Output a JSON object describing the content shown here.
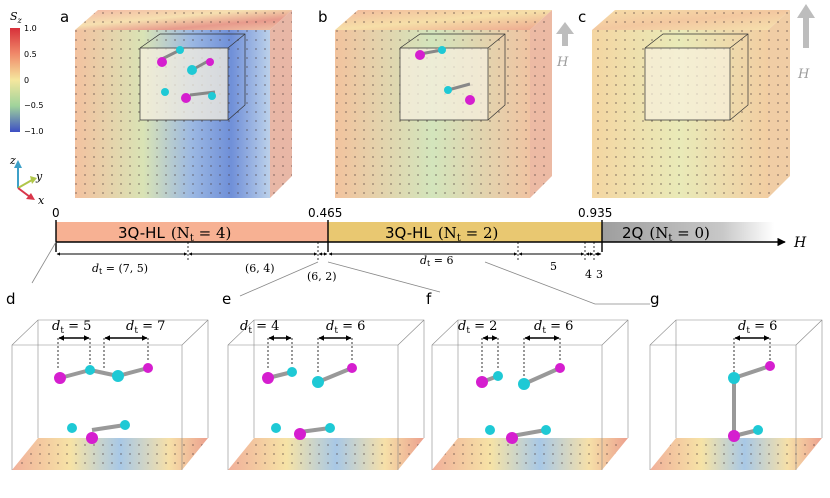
{
  "panels": {
    "a": "a",
    "b": "b",
    "c": "c",
    "d": "d",
    "e": "e",
    "f": "f",
    "g": "g"
  },
  "colorbar": {
    "title": "S",
    "title_sub": "z",
    "ticks": [
      "1.0",
      "0.5",
      "0",
      "−0.5",
      "−1.0"
    ],
    "colors": [
      "#d7303a",
      "#f08a6a",
      "#f5e79e",
      "#9fd39b",
      "#5a8fd6",
      "#3d4fc4"
    ]
  },
  "field_label": "H",
  "axes_triad": {
    "z": "z",
    "y": "y",
    "x": "x"
  },
  "phase_bar": {
    "ticks": [
      "0",
      "0.465",
      "0.935"
    ],
    "segments": [
      {
        "label": "3Q-HL",
        "nt": "(N",
        "nt_sub": "t",
        "nt_val": " = 4)",
        "color": "#f7b193"
      },
      {
        "label": "3Q-HL",
        "nt": "(N",
        "nt_sub": "t",
        "nt_val": " = 2)",
        "color": "#e9c871"
      },
      {
        "label": "2Q",
        "nt": "(N",
        "nt_sub": "t",
        "nt_val": " = 0)",
        "color": "#b5b5b5"
      }
    ],
    "axis_label": "H",
    "subranges": [
      {
        "text": "(7, 5)",
        "prefix": "d",
        "prefix_sub": "t",
        "eq": " = "
      },
      {
        "text": "(6, 4)"
      },
      {
        "text": "(6, 2)"
      },
      {
        "text": "6",
        "prefix": "d",
        "prefix_sub": "t",
        "eq": " = "
      },
      {
        "text": "5"
      },
      {
        "text": "4"
      },
      {
        "text": "3"
      }
    ]
  },
  "bottom_panels": [
    {
      "left_label": "5",
      "right_label": "7"
    },
    {
      "left_label": "4",
      "right_label": "6"
    },
    {
      "left_label": "2",
      "right_label": "6"
    },
    {
      "left_label": "",
      "right_label": "6"
    }
  ],
  "dt_prefix": "d",
  "dt_sub": "t",
  "dt_eq": " = "
}
